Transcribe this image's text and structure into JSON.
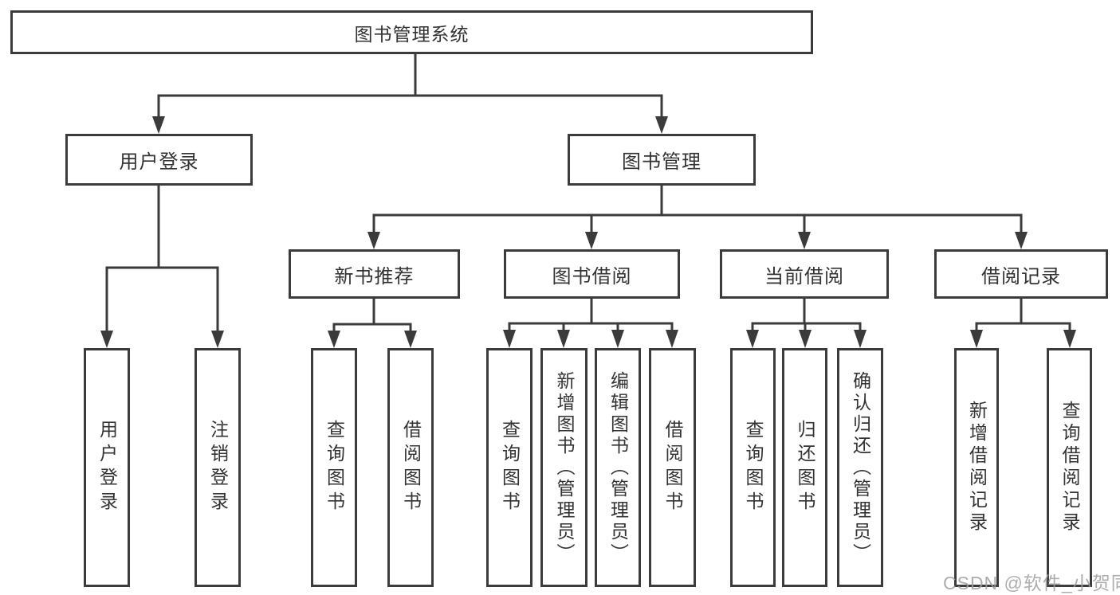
{
  "nodes": {
    "root": "图书管理系统",
    "user_login": "用户登录",
    "book_mgmt": "图书管理",
    "new_book": "新书推荐",
    "book_borrow": "图书借阅",
    "current_borrow": "当前借阅",
    "borrow_records": "借阅记录",
    "user_login_leaf": "用户登录",
    "logout_leaf": "注销登录",
    "newbook_query": "查询图书",
    "newbook_borrow": "借阅图书",
    "borrow_query": "查询图书",
    "borrow_add": "新增图书（管理员）",
    "borrow_edit": "编辑图书（管理员）",
    "borrow_lend": "借阅图书",
    "current_query": "查询图书",
    "current_return": "归还图书",
    "current_confirm": "确认归还（管理员）",
    "records_add": "新增借阅记录",
    "records_query": "查询借阅记录"
  },
  "watermark": "CSDN @软件_小贺同学",
  "colors": {
    "line": "#3b3b3b",
    "text": "#333333",
    "watermark": "#9f9f9f"
  }
}
